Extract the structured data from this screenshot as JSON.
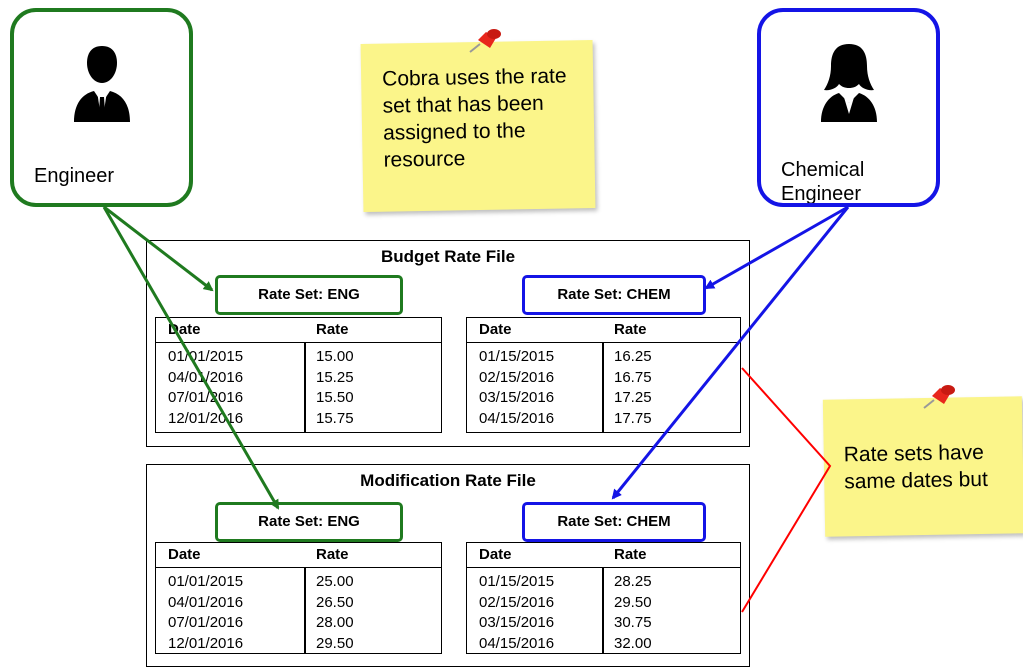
{
  "roles": {
    "engineer": {
      "label": "Engineer",
      "icon": "male-person-icon"
    },
    "chemical_engineer": {
      "label": "Chemical Engineer",
      "icon": "female-person-icon"
    }
  },
  "notes": {
    "cobra": {
      "text": "Cobra uses the rate set that has been assigned to the resource",
      "icon": "pushpin-icon"
    },
    "rate_sets": {
      "text": "Rate sets have same dates but",
      "icon": "pushpin-icon"
    }
  },
  "rate_files": [
    {
      "title": "Budget Rate File",
      "sets": [
        {
          "label": "Rate Set: ENG",
          "headers": [
            "Date",
            "Rate"
          ],
          "rows": [
            [
              "01/01/2015",
              "15.00"
            ],
            [
              "04/01/2016",
              "15.25"
            ],
            [
              "07/01/2016",
              "15.50"
            ],
            [
              "12/01/2016",
              "15.75"
            ]
          ]
        },
        {
          "label": "Rate Set: CHEM",
          "headers": [
            "Date",
            "Rate"
          ],
          "rows": [
            [
              "01/15/2015",
              "16.25"
            ],
            [
              "02/15/2016",
              "16.75"
            ],
            [
              "03/15/2016",
              "17.25"
            ],
            [
              "04/15/2016",
              "17.75"
            ]
          ]
        }
      ]
    },
    {
      "title": "Modification Rate File",
      "sets": [
        {
          "label": "Rate Set: ENG",
          "headers": [
            "Date",
            "Rate"
          ],
          "rows": [
            [
              "01/01/2015",
              "25.00"
            ],
            [
              "04/01/2016",
              "26.50"
            ],
            [
              "07/01/2016",
              "28.00"
            ],
            [
              "12/01/2016",
              "29.50"
            ]
          ]
        },
        {
          "label": "Rate Set: CHEM",
          "headers": [
            "Date",
            "Rate"
          ],
          "rows": [
            [
              "01/15/2015",
              "28.25"
            ],
            [
              "02/15/2016",
              "29.50"
            ],
            [
              "03/15/2016",
              "30.75"
            ],
            [
              "04/15/2016",
              "32.00"
            ]
          ]
        }
      ]
    }
  ],
  "colors": {
    "engineer": "#1f7a1f",
    "chemical_engineer": "#1414e6",
    "callout": "#ff0000",
    "note": "#fbf58a",
    "pin": "#e8261c"
  }
}
